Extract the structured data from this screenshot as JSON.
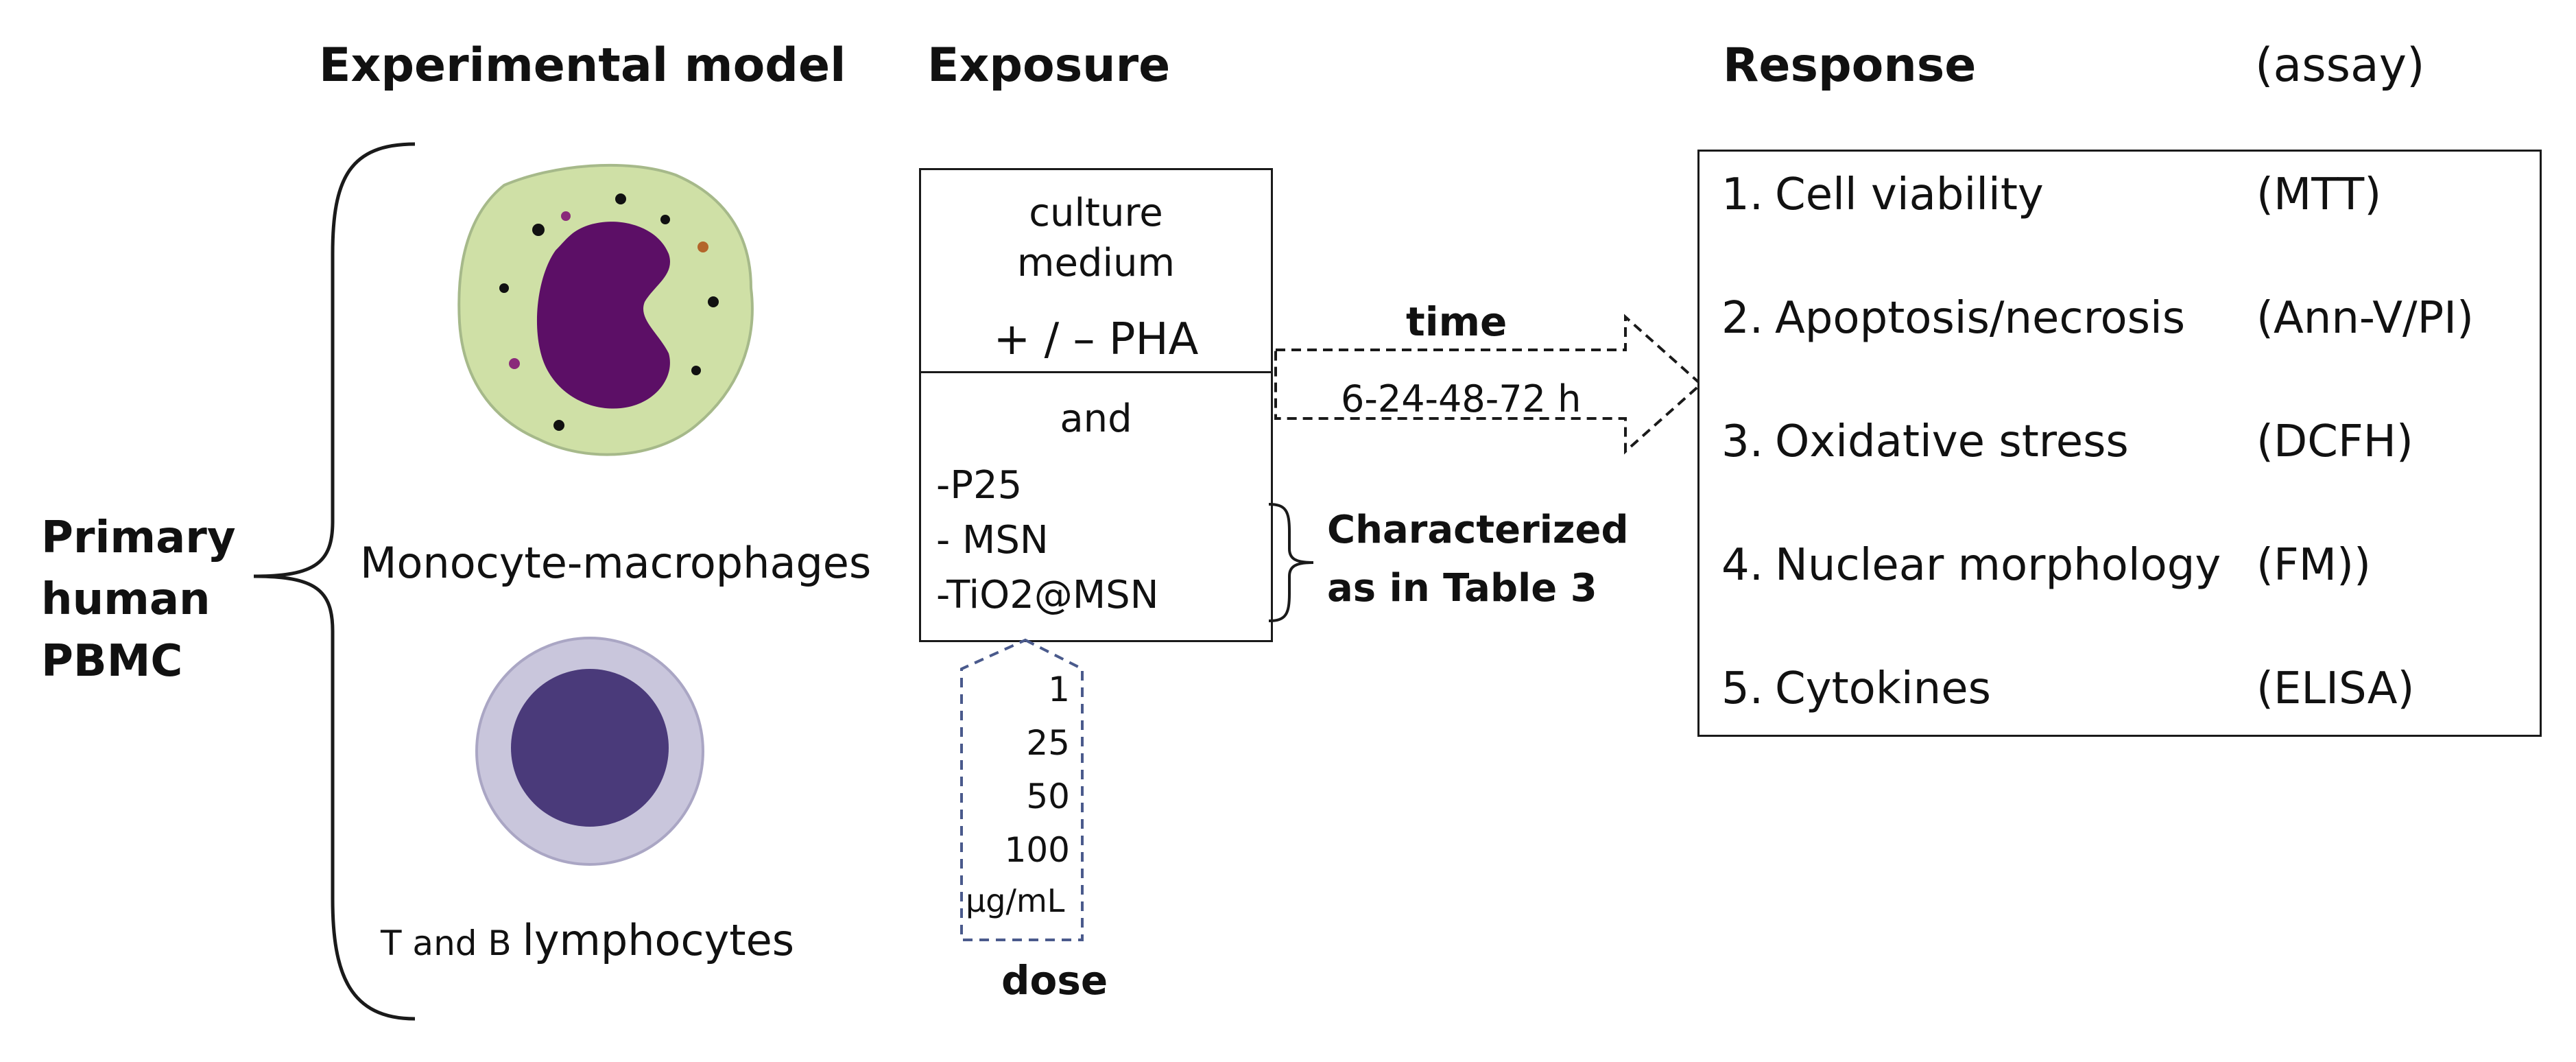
{
  "headers": {
    "model": "Experimental model",
    "exposure": "Exposure",
    "response": "Response",
    "assay": "(assay)"
  },
  "model": {
    "label_lines": [
      "Primary",
      "human",
      "PBMC"
    ],
    "cell1": "Monocyte-macrophages",
    "cell2_prefix": "T and B ",
    "cell2_suffix": "lymphocytes"
  },
  "exposure": {
    "medium_lines": [
      "culture",
      "medium"
    ],
    "pha": "+ / – PHA",
    "and": "and",
    "materials": [
      "-P25",
      "- MSN",
      "-TiO2@MSN"
    ],
    "characterized_lines": [
      "Characterized",
      "as in Table 3"
    ],
    "doses": [
      "1",
      "25",
      "50",
      "100"
    ],
    "dose_unit": "µg/mL",
    "dose_label": "dose"
  },
  "time": {
    "label": "time",
    "values": "6-24-48-72 h"
  },
  "responses": [
    {
      "num": "1.",
      "name": "Cell viability",
      "assay": "(MTT)"
    },
    {
      "num": "2.",
      "name": "Apoptosis/necrosis",
      "assay": "(Ann-V/PI)"
    },
    {
      "num": "3.",
      "name": "Oxidative stress",
      "assay": "(DCFH)"
    },
    {
      "num": "4.",
      "name": "Nuclear morphology",
      "assay": "(FM))"
    },
    {
      "num": "5.",
      "name": "Cytokines",
      "assay": "(ELISA)"
    }
  ],
  "colors": {
    "macrophage_cytoplasm": "#cfe0a6",
    "macrophage_nucleus": "#5c0f66",
    "lymph_outer": "#c9c6dc",
    "lymph_inner": "#4a3a7a",
    "dashed": "#4a5a8c"
  }
}
